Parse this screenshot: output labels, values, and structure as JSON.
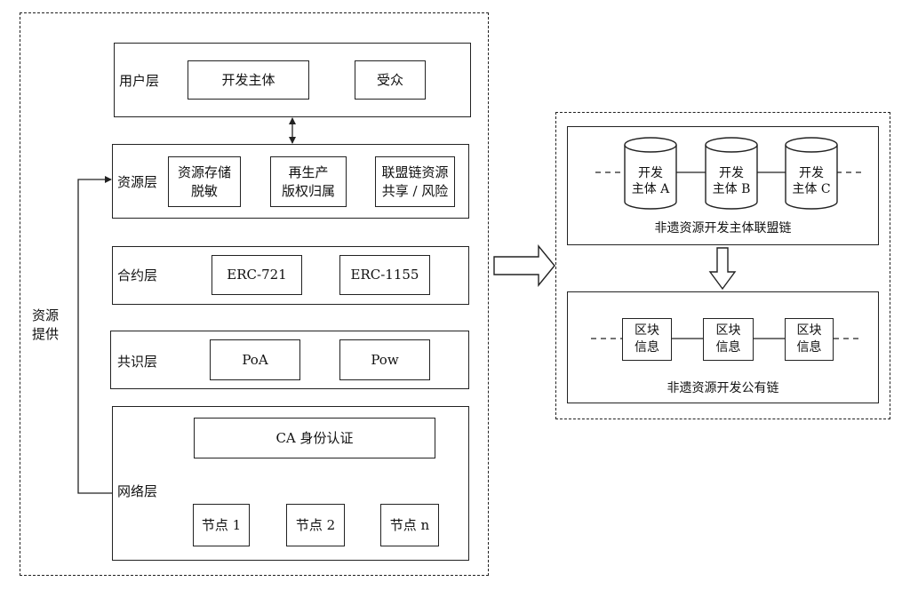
{
  "left_panel": {
    "side_label": "资源\n提供",
    "layers": {
      "user": {
        "label": "用户层",
        "boxes": [
          "开发主体",
          "受众"
        ]
      },
      "resource": {
        "label": "资源层",
        "boxes": [
          "资源存储\n脱敏",
          "再生产\n版权归属",
          "联盟链资源\n共享 / 风险"
        ]
      },
      "contract": {
        "label": "合约层",
        "boxes": [
          "ERC-721",
          "ERC-1155"
        ]
      },
      "consensus": {
        "label": "共识层",
        "boxes": [
          "PoA",
          "Pow"
        ]
      },
      "network": {
        "label": "网络层",
        "ca": "CA 身份认证",
        "nodes": [
          "节点 1",
          "节点 2",
          "节点 n"
        ]
      }
    }
  },
  "right_panel": {
    "alliance_chain": {
      "entities": [
        "开发\n主体 A",
        "开发\n主体 B",
        "开发\n主体 C"
      ],
      "caption": "非遗资源开发主体联盟链"
    },
    "public_chain": {
      "blocks": [
        "区块\n信息",
        "区块\n信息",
        "区块\n信息"
      ],
      "caption": "非遗资源开发公有链"
    }
  }
}
